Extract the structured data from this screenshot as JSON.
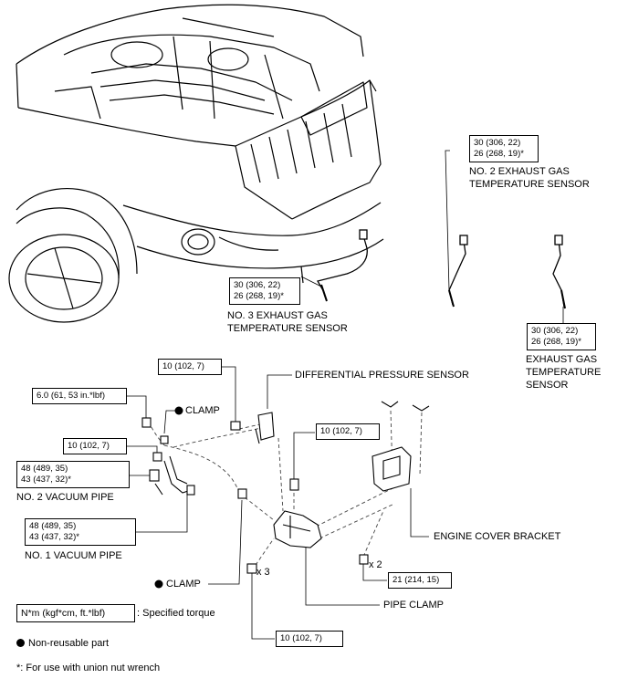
{
  "torque_boxes": {
    "no2_sensor": [
      "30 (306, 22)",
      "26 (268, 19)*"
    ],
    "no3_sensor": [
      "30 (306, 22)",
      "26 (268, 19)*"
    ],
    "exhaust_sensor": [
      "30 (306, 22)",
      "26 (268, 19)*"
    ],
    "diff_sensor_bolt": [
      "10 (102, 7)"
    ],
    "clamp_nut": [
      "6.0 (61, 53 in.*lbf)"
    ],
    "vacuum_bolt": [
      "10 (102, 7)"
    ],
    "no2_vacuum_pipe": [
      "48 (489, 35)",
      "43 (437, 32)*"
    ],
    "pipe_clamp_bolt": [
      "10 (102, 7)"
    ],
    "no1_vacuum_pipe": [
      "48 (489, 35)",
      "43 (437, 32)*"
    ],
    "bracket_bolt": [
      "21 (214, 15)"
    ],
    "clamp_bolt_bottom": [
      "10 (102, 7)"
    ]
  },
  "labels": {
    "no2_sensor": [
      "NO. 2 EXHAUST GAS",
      "TEMPERATURE SENSOR"
    ],
    "no3_sensor": [
      "NO. 3 EXHAUST GAS",
      "TEMPERATURE SENSOR"
    ],
    "exhaust_sensor": [
      "EXHAUST GAS",
      "TEMPERATURE",
      "SENSOR"
    ],
    "diff_pressure_sensor": "DIFFERENTIAL PRESSURE SENSOR",
    "clamp_top": "CLAMP",
    "no2_vacuum_pipe": "NO. 2 VACUUM PIPE",
    "no1_vacuum_pipe": "NO. 1 VACUUM PIPE",
    "clamp_bottom": "CLAMP",
    "engine_cover_bracket": "ENGINE COVER BRACKET",
    "pipe_clamp": "PIPE CLAMP",
    "qty_bolts": "x 3",
    "qty_bracket": "x 2"
  },
  "legend": {
    "torque_unit": "N*m (kgf*cm, ft.*lbf)",
    "torque_desc": ": Specified torque",
    "non_reusable": "Non-reusable part",
    "union_note": "*: For use with union nut wrench"
  },
  "colors": {
    "line": "#000000",
    "leader": "#444444"
  }
}
